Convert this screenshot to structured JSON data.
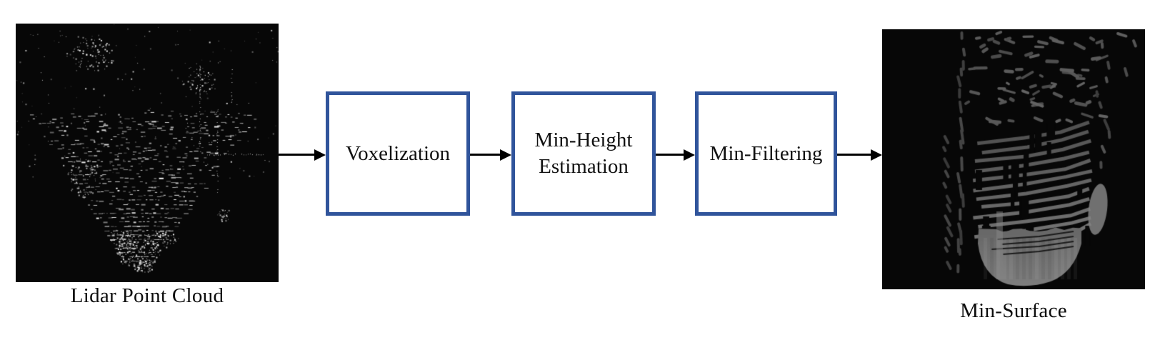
{
  "images": {
    "input": {
      "caption": "Lidar Point Cloud",
      "icon": "lidar-point-cloud-image"
    },
    "output": {
      "caption": "Min-Surface",
      "icon": "min-surface-image"
    }
  },
  "boxes": [
    {
      "name": "voxelization",
      "lines": [
        "Voxelization"
      ]
    },
    {
      "name": "min-height-estimation",
      "lines": [
        "Min-Height",
        "Estimation"
      ]
    },
    {
      "name": "min-filtering",
      "lines": [
        "Min-Filtering"
      ]
    }
  ],
  "colors": {
    "box_border": "#30549B",
    "arrow": "#000000",
    "image_bg": "#070707",
    "point": "#ffffff",
    "surface_gray": "#767676",
    "text": "#111111"
  }
}
